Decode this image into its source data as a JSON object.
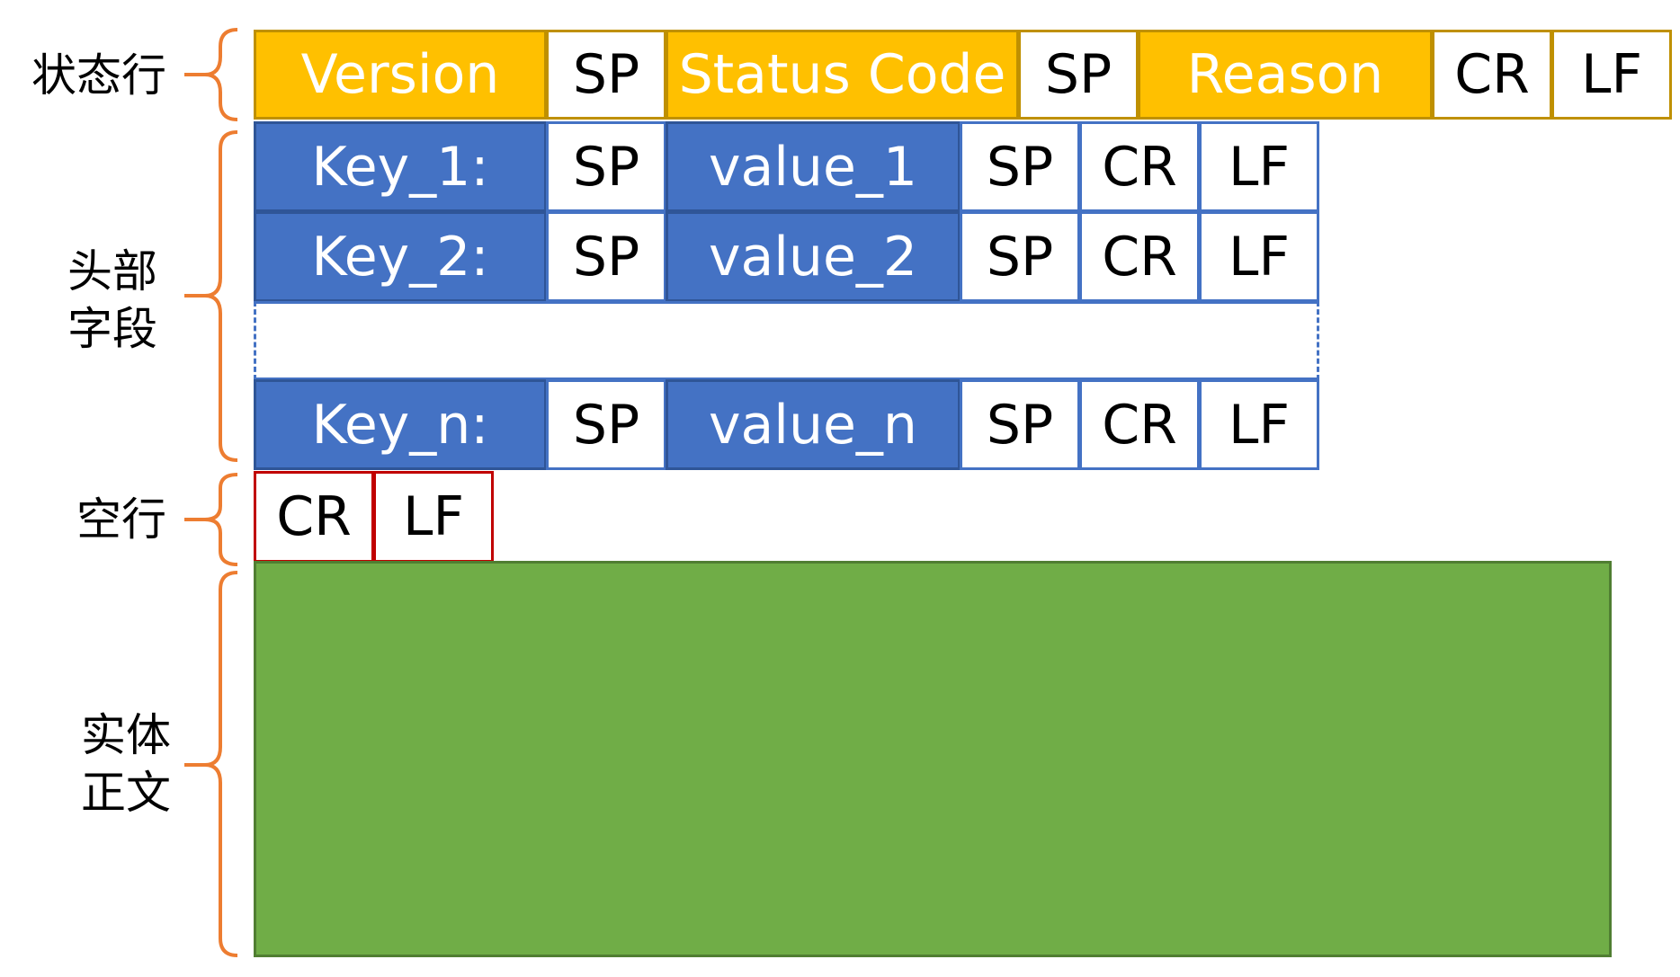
{
  "labels": {
    "status_line": "状态行",
    "header_line1": "头部",
    "header_line2": "字段",
    "blank_line": "空行",
    "body_line1": "实体",
    "body_line2": "正文"
  },
  "status_row": {
    "version": "Version",
    "sp1": "SP",
    "status_code": "Status Code",
    "sp2": "SP",
    "reason": "Reason",
    "cr": "CR",
    "lf": "LF"
  },
  "header_rows": [
    {
      "key": "Key_1:",
      "sp1": "SP",
      "value": "value_1",
      "sp2": "SP",
      "cr": "CR",
      "lf": "LF"
    },
    {
      "key": "Key_2:",
      "sp1": "SP",
      "value": "value_2",
      "sp2": "SP",
      "cr": "CR",
      "lf": "LF"
    },
    {
      "key": "Key_n:",
      "sp1": "SP",
      "value": "value_n",
      "sp2": "SP",
      "cr": "CR",
      "lf": "LF"
    }
  ],
  "blank_row": {
    "cr": "CR",
    "lf": "LF"
  },
  "colors": {
    "status": "#FFC000",
    "header": "#4472C4",
    "blank_border": "#C00000",
    "body": "#70AD47",
    "brace": "#ED7D31"
  }
}
